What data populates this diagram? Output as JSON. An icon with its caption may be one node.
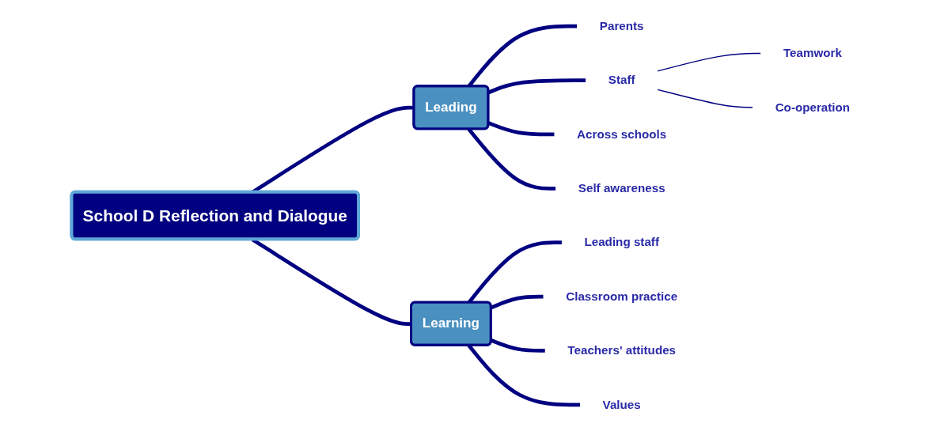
{
  "diagram": {
    "nodes": [
      {
        "text": [
          "School D Reflection and Dialogue"
        ]
      },
      {
        "text": [
          "Leading"
        ]
      },
      {
        "text": [
          "Parents"
        ]
      },
      {
        "text": [
          "Staff"
        ]
      },
      {
        "text": [
          "Teamwork"
        ]
      },
      {
        "text": [
          "Co-operation"
        ]
      },
      {
        "text": [
          "Across schools"
        ]
      },
      {
        "text": [
          "Self awareness"
        ]
      },
      {
        "text": [
          "Learning"
        ]
      },
      {
        "text": [
          "Leading staff"
        ]
      },
      {
        "text": [
          "Classroom practice"
        ]
      },
      {
        "text": [
          "Teachers' attitudes"
        ]
      },
      {
        "text": [
          "Values"
        ]
      }
    ],
    "edges": [
      {
        "from": 0,
        "to": 1,
        "arrow": "none"
      },
      {
        "from": 1,
        "to": 2,
        "arrow": "none"
      },
      {
        "from": 1,
        "to": 3,
        "arrow": "none"
      },
      {
        "from": 3,
        "to": 4,
        "arrow": "none"
      },
      {
        "from": 3,
        "to": 5,
        "arrow": "none"
      },
      {
        "from": 1,
        "to": 6,
        "arrow": "none"
      },
      {
        "from": 1,
        "to": 7,
        "arrow": "none"
      },
      {
        "from": 0,
        "to": 8,
        "arrow": "none"
      },
      {
        "from": 8,
        "to": 9,
        "arrow": "none"
      },
      {
        "from": 8,
        "to": 10,
        "arrow": "none"
      },
      {
        "from": 8,
        "to": 11,
        "arrow": "none"
      },
      {
        "from": 8,
        "to": 12,
        "arrow": "none"
      }
    ]
  }
}
